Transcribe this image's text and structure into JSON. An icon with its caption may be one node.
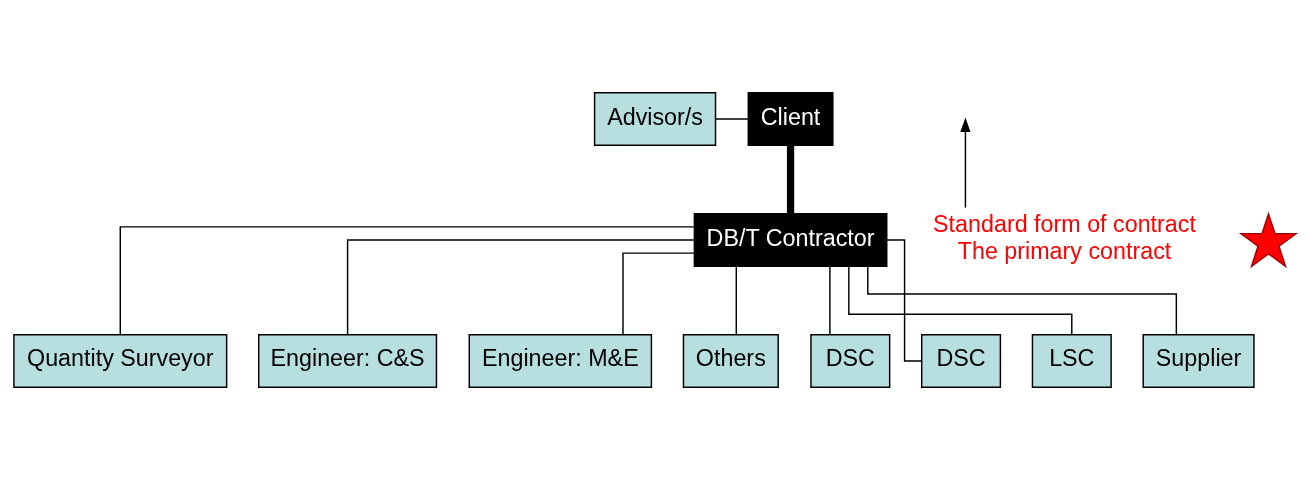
{
  "diagram": {
    "nodes": [
      {
        "text": [
          "Advisor/s"
        ]
      },
      {
        "text": [
          "Client"
        ]
      },
      {
        "text": [
          "DB/T Contractor"
        ]
      },
      {
        "text": [
          "Quantity Surveyor"
        ]
      },
      {
        "text": [
          "Engineer: C&S"
        ]
      },
      {
        "text": [
          "Engineer: M&E"
        ]
      },
      {
        "text": [
          "Others"
        ]
      },
      {
        "text": [
          "DSC"
        ]
      },
      {
        "text": [
          "DSC"
        ]
      },
      {
        "text": [
          "LSC"
        ]
      },
      {
        "text": [
          "Supplier"
        ]
      },
      {
        "text": [
          "Standard form of contract",
          "The primary contract"
        ]
      },
      {
        "text": [],
        "shape": "star"
      }
    ],
    "edges": [
      {
        "from": 0,
        "to": 1,
        "arrow": "none"
      },
      {
        "from": 1,
        "to": 2,
        "arrow": "none",
        "style": "thick"
      },
      {
        "from": 11,
        "to": null,
        "arrow": "to"
      },
      {
        "from": 2,
        "to": 3,
        "arrow": "none"
      },
      {
        "from": 2,
        "to": 4,
        "arrow": "none"
      },
      {
        "from": 2,
        "to": 5,
        "arrow": "none"
      },
      {
        "from": 2,
        "to": 6,
        "arrow": "none"
      },
      {
        "from": 2,
        "to": 10,
        "arrow": "none"
      },
      {
        "from": 2,
        "to": 9,
        "arrow": "none"
      },
      {
        "from": 2,
        "to": 8,
        "arrow": "none"
      },
      {
        "from": 2,
        "to": 7,
        "arrow": "none"
      }
    ]
  }
}
